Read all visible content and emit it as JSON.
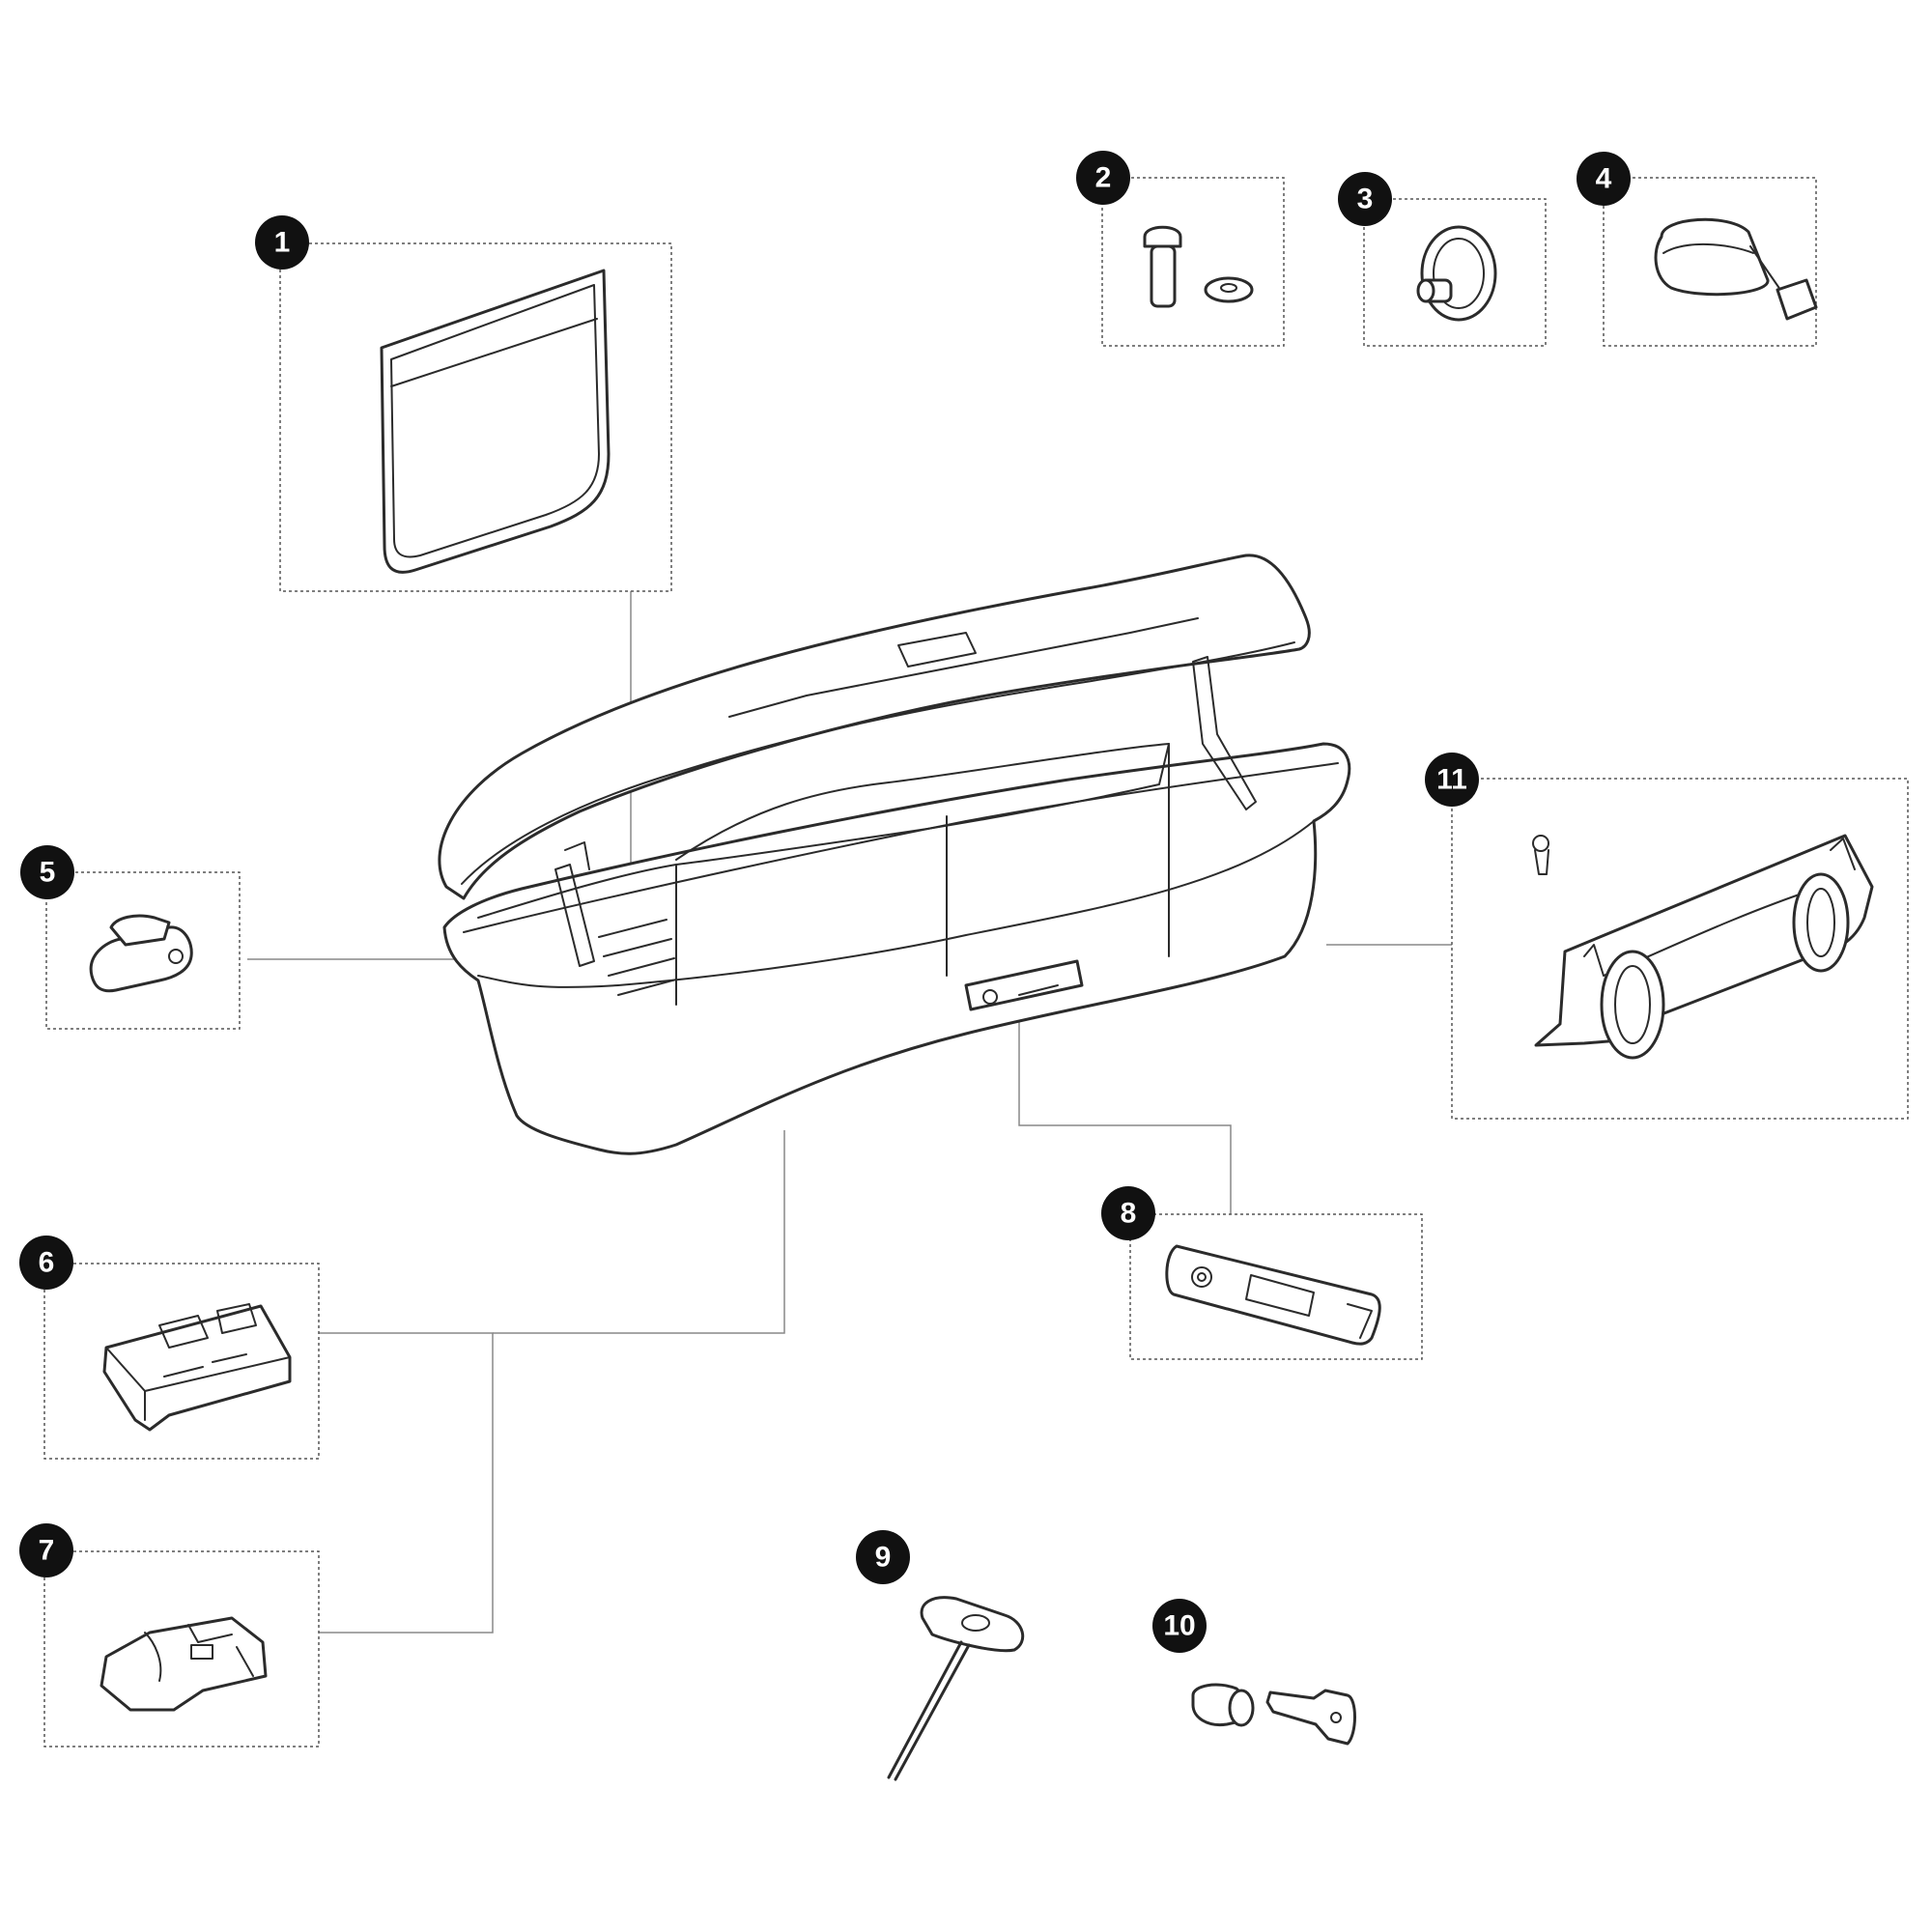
{
  "callouts": [
    {
      "label": "1"
    },
    {
      "label": "2"
    },
    {
      "label": "3"
    },
    {
      "label": "4"
    },
    {
      "label": "5"
    },
    {
      "label": "6"
    },
    {
      "label": "7"
    },
    {
      "label": "8"
    },
    {
      "label": "9"
    },
    {
      "label": "10"
    },
    {
      "label": "11"
    }
  ],
  "colors": {
    "badge_fill": "#111111",
    "badge_text": "#ffffff",
    "line_art": "#2b2b2b",
    "dotted_frame": "#555555",
    "leader_line": "#888888"
  }
}
